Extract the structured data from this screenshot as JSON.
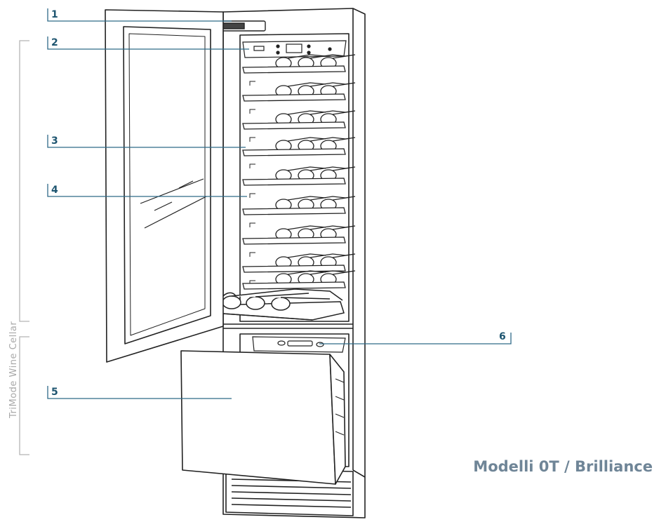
{
  "diagram": {
    "callouts": [
      {
        "id": "1",
        "label": "1"
      },
      {
        "id": "2",
        "label": "2"
      },
      {
        "id": "3",
        "label": "3"
      },
      {
        "id": "4",
        "label": "4"
      },
      {
        "id": "5",
        "label": "5"
      },
      {
        "id": "6",
        "label": "6"
      }
    ],
    "section_label": "TriMode Wine Cellar",
    "model_label": "Modelli 0T / Brilliance",
    "colors": {
      "accent": "#1e5570",
      "outline": "#222222",
      "muted_text": "#a9a9a9",
      "model_text": "#6f8597"
    }
  }
}
